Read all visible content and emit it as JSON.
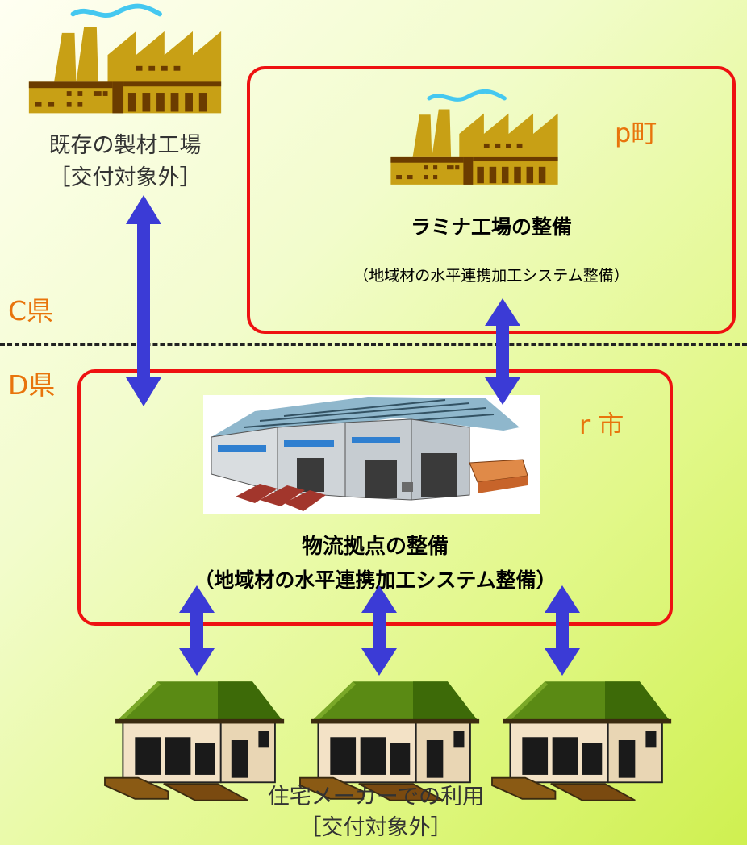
{
  "existing_mill": {
    "label": "既存の製材工場",
    "note": "［交付対象外］"
  },
  "p_town": {
    "name": "p町",
    "facility": "ラミナ工場の整備",
    "detail": "（地域材の水平連携加工システム整備）"
  },
  "prefectures": {
    "upper": "C県",
    "lower": "D県"
  },
  "r_city": {
    "name": "r 市",
    "facility": "物流拠点の整備",
    "detail": "（地域材の水平連携加工システム整備）"
  },
  "housing": {
    "label": "住宅メーカーでの利用",
    "note": "［交付対象外］"
  },
  "colors": {
    "region_border": "#ee1111",
    "arrow": "#3b3bd6",
    "prefecture_text": "#e8740c",
    "factory_body": "#c8a015",
    "roof_green": "#5a8a14"
  }
}
